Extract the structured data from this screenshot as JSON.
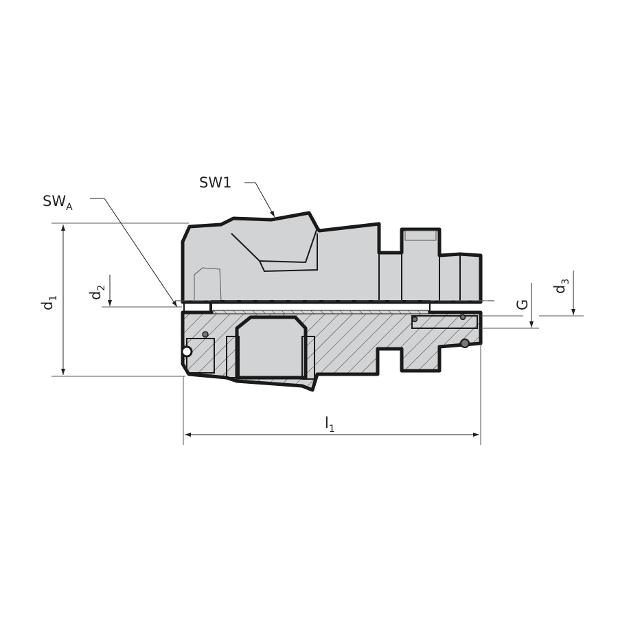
{
  "drawing": {
    "fill_color": "#d1d3d4",
    "line_color": "#1a1a1a",
    "labels": {
      "sw_a": {
        "main": "SW",
        "sub": "A"
      },
      "sw1": {
        "main": "SW1"
      },
      "d1": {
        "main": "d",
        "sub": "1"
      },
      "d2": {
        "main": "d",
        "sub": "2"
      },
      "d3": {
        "main": "d",
        "sub": "3"
      },
      "g": {
        "main": "G"
      },
      "l1": {
        "main": "l",
        "sub": "1"
      }
    }
  }
}
